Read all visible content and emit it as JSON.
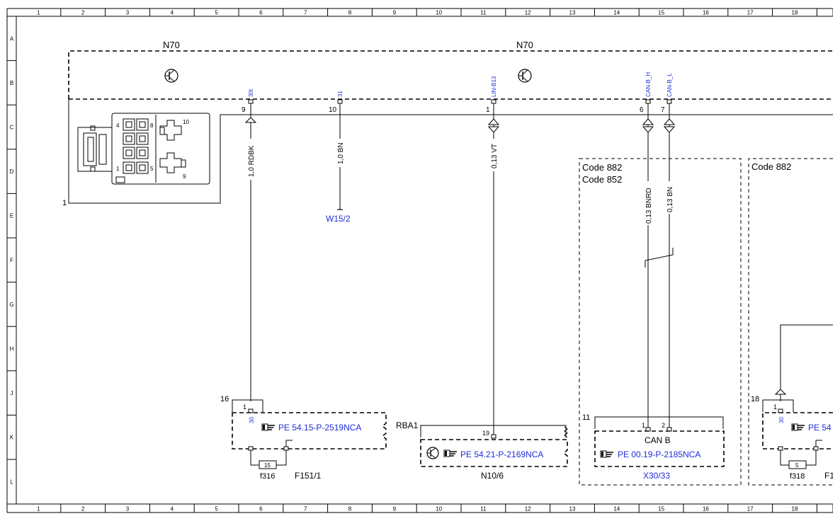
{
  "grid": {
    "columns": [
      "1",
      "2",
      "3",
      "4",
      "5",
      "6",
      "7",
      "8",
      "9",
      "10",
      "11",
      "12",
      "13",
      "14",
      "15",
      "16",
      "17",
      "18"
    ],
    "rows": [
      "A",
      "B",
      "C",
      "D",
      "E",
      "F",
      "G",
      "H",
      "J",
      "K",
      "L"
    ]
  },
  "modules": {
    "n70_left": "N70",
    "n70_right": "N70",
    "n70_connector_ref": "1"
  },
  "pins": [
    {
      "signal": "30t",
      "pin": "9"
    },
    {
      "signal": "31",
      "pin": "10"
    },
    {
      "signal": "LIN-B13",
      "pin": "1"
    },
    {
      "signal": "CAN-B_H",
      "pin": "6"
    },
    {
      "signal": "CAN-B_L",
      "pin": "7"
    }
  ],
  "connector_pin_labels": [
    "4",
    "8",
    "1",
    "5",
    "10",
    "9"
  ],
  "wires": [
    "1,0 RDBK",
    "1,0 BN",
    "0,13 VT",
    "0,13 BNRD",
    "0,13 BN"
  ],
  "ground": "W15/2",
  "code_boxes": {
    "box1_line1": "Code 882",
    "box1_line2": "Code 852",
    "box2_line1": "Code 882"
  },
  "fuse_f151": {
    "group_num": "16",
    "sub_pin": "1",
    "signal": "30",
    "ref": "PE 54.15-P-2519NCA",
    "fuse_num": "15",
    "fuse_name": "f316",
    "label": "F151/1"
  },
  "n10": {
    "group": "RBA1",
    "pin": "19",
    "ref": "PE 54.21-P-2169NCA",
    "label": "N10/6"
  },
  "can": {
    "group_num": "11",
    "pin1": "1",
    "pin2": "2",
    "label": "CAN B",
    "ref": "PE 00.19-P-2185NCA",
    "connector": "X30/33"
  },
  "fuse_right": {
    "group_num": "18",
    "sub_pin": "1",
    "signal": "30",
    "ref": "PE 54",
    "fuse_num": "5",
    "fuse_name": "f318",
    "label": "F1"
  },
  "colors": {
    "line": "#000000",
    "blue": "#1f2ed6"
  }
}
